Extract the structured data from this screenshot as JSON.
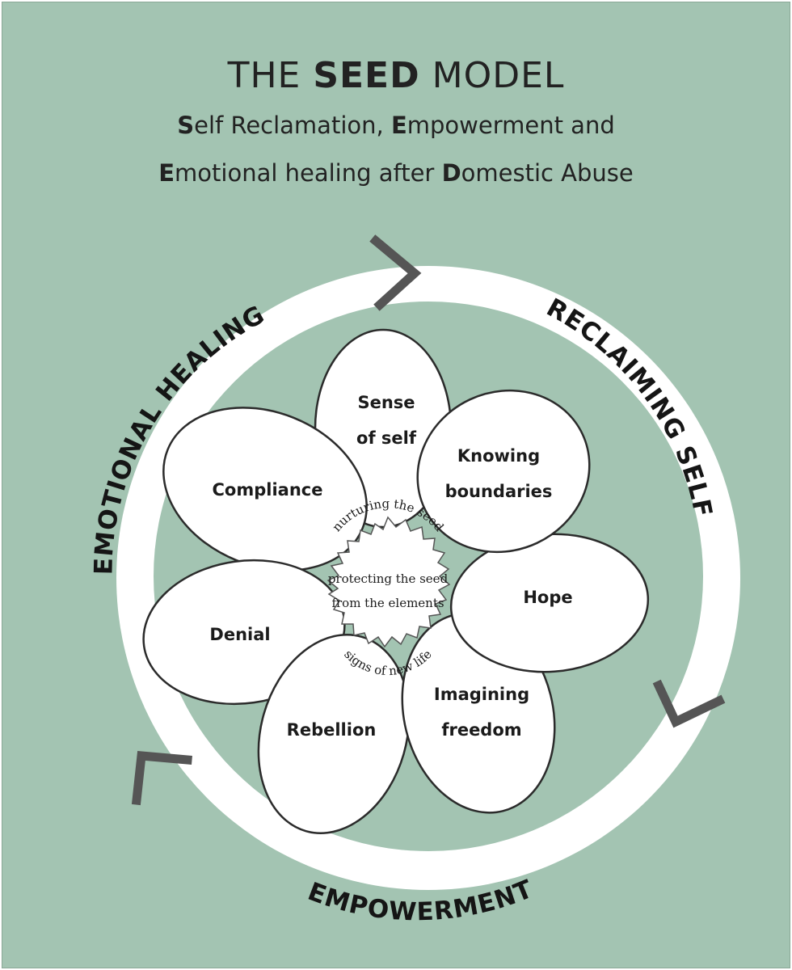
{
  "header": {
    "title_pre": "THE ",
    "title_bold": "SEED",
    "title_post": " MODEL",
    "subtitle_line1": [
      {
        "bold": "S",
        "rest": "elf Reclamation, "
      },
      {
        "bold": "E",
        "rest": "mpowerment and"
      }
    ],
    "subtitle_line2": [
      {
        "bold": "E",
        "rest": "motional healing after "
      },
      {
        "bold": "D",
        "rest": "omestic Abuse"
      }
    ]
  },
  "ring": {
    "labels": {
      "reclaiming_self": "RECLAIMING SELF",
      "empowerment": "EMPOWERMENT",
      "emotional_healing": "EMOTIONAL HEALING"
    }
  },
  "petals": [
    {
      "id": "sense-of-self",
      "lines": [
        "Sense",
        "of self"
      ]
    },
    {
      "id": "knowing-boundaries",
      "lines": [
        "Knowing",
        "boundaries"
      ]
    },
    {
      "id": "hope",
      "lines": [
        "Hope"
      ]
    },
    {
      "id": "imagining-freedom",
      "lines": [
        "Imagining",
        "freedom"
      ]
    },
    {
      "id": "rebellion",
      "lines": [
        "Rebellion"
      ]
    },
    {
      "id": "denial",
      "lines": [
        "Denial"
      ]
    },
    {
      "id": "compliance",
      "lines": [
        "Compliance"
      ]
    }
  ],
  "center": {
    "arc_top": "nurturing the seed",
    "line1": "protecting the seed",
    "line2": "from the elements",
    "arc_bottom": "signs of new life"
  },
  "colors": {
    "background": "#a3c4b2",
    "ring": "#ffffff",
    "petal_fill": "#ffffff",
    "petal_stroke": "#2b2b2b",
    "arrow": "#555555",
    "text": "#1b1b1b"
  }
}
